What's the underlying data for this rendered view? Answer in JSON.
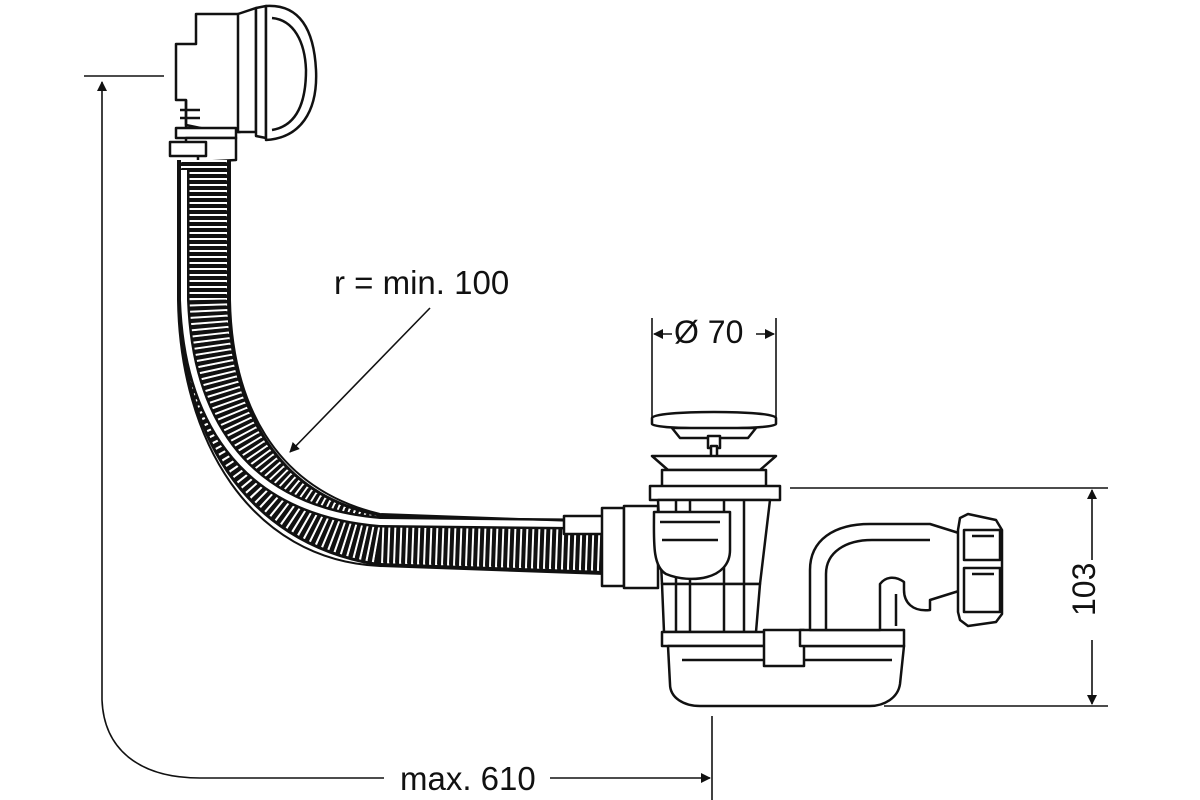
{
  "dimensions": {
    "bend_radius": "r = min. 100",
    "plug_diameter": "Ø 70",
    "trap_height": "103",
    "max_length": "max. 610"
  },
  "colors": {
    "line": "#111111",
    "background": "#ffffff"
  }
}
